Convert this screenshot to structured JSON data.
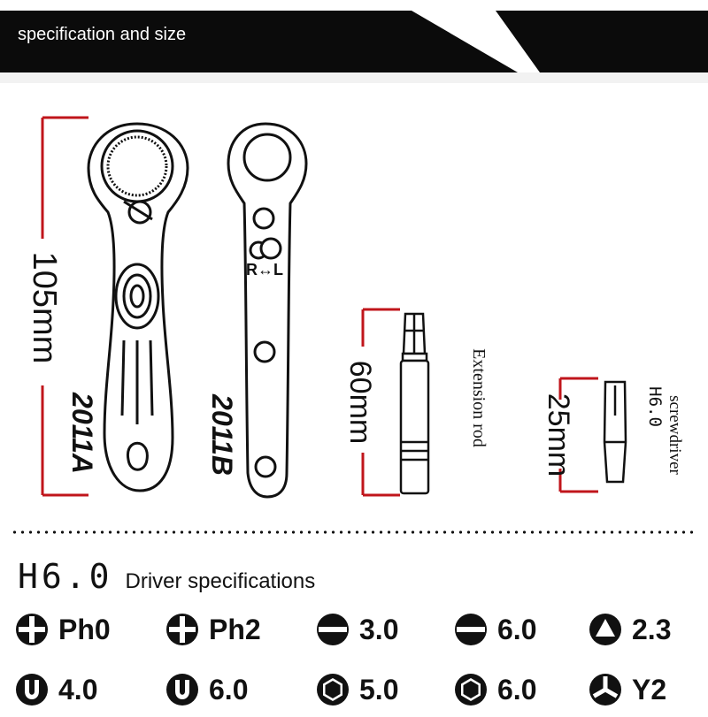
{
  "header": {
    "title": "specification and size"
  },
  "tools": {
    "wrench_a": {
      "model": "2011A",
      "length_label": "105mm"
    },
    "wrench_b": {
      "model": "2011B",
      "direction_label": "R↔L"
    },
    "extension_rod": {
      "name": "Extension rod",
      "length_label": "60mm"
    },
    "screwdriver": {
      "name": "screwdriver",
      "size": "H6.0",
      "length_label": "25mm"
    }
  },
  "specs": {
    "code": "H6.0",
    "label": "Driver specifications",
    "bits": [
      {
        "label": "Ph0",
        "icon": "phillips-icon"
      },
      {
        "label": "Ph2",
        "icon": "phillips-icon"
      },
      {
        "label": "3.0",
        "icon": "slotted-icon"
      },
      {
        "label": "6.0",
        "icon": "slotted-icon"
      },
      {
        "label": "2.3",
        "icon": "triangle-icon"
      },
      {
        "label": "4.0",
        "icon": "u-shape-icon"
      },
      {
        "label": "6.0",
        "icon": "u-shape-icon"
      },
      {
        "label": "5.0",
        "icon": "hex-icon"
      },
      {
        "label": "6.0",
        "icon": "hex-icon"
      },
      {
        "label": "Y2",
        "icon": "tri-wing-icon"
      }
    ]
  },
  "colors": {
    "dimension_line": "#c0151b",
    "banner": "#0b0b0b",
    "ink": "#111111"
  }
}
